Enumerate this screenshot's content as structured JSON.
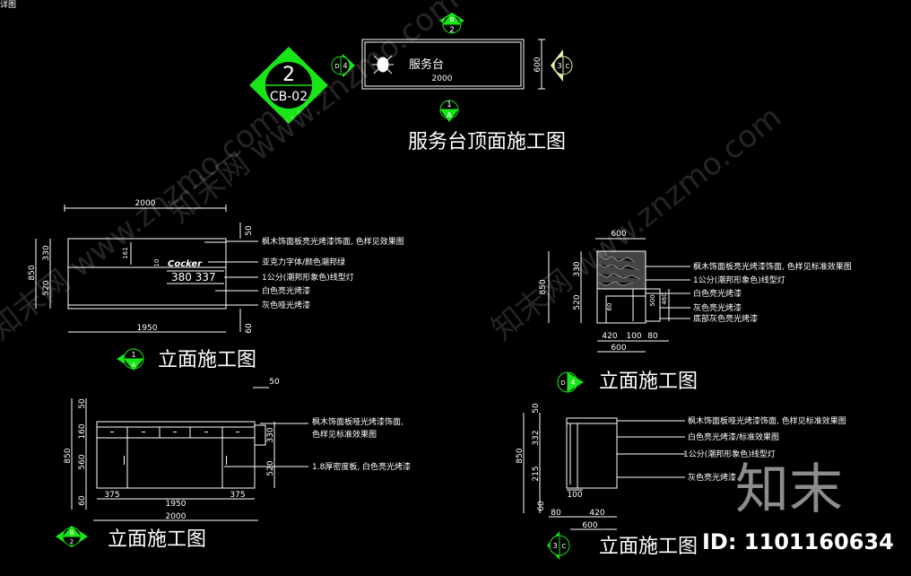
{
  "corner_text": "详图",
  "top_plan": {
    "title": "服务台顶面施工图",
    "desk_label": "服务台",
    "width_dim": "2000",
    "depth_dim": "600",
    "marker_big": {
      "number": "2",
      "code": "CB-02"
    },
    "marker_top": {
      "number": "B",
      "sub": "2"
    },
    "marker_bottom": {
      "number": "1",
      "sub": "A"
    },
    "marker_left": {
      "number": "D",
      "sub": "4"
    },
    "marker_right": {
      "number": "3",
      "sub": "C"
    }
  },
  "elev_a": {
    "title": "立面施工图",
    "marker": {
      "number": "1",
      "sub": "A"
    },
    "dims": {
      "top": "2000",
      "bottom": "1950",
      "h_total": "850",
      "h_upper": "330",
      "h_lower": "520",
      "d50": "50",
      "d60": "60",
      "d161": "161",
      "d10": "10"
    },
    "notes": [
      "枫木饰面板亮光烤漆饰面, 色样见效果图",
      "亚克力字体/颜色潮邦绿",
      "1公分(潮邦形象色)线型灯",
      "白色亮光烤漆",
      "灰色哑光烤漆"
    ],
    "logo_text": "Cocker",
    "sign_dims": "380  337"
  },
  "elev_d": {
    "title": "立面施工图",
    "marker": {
      "number": "D",
      "sub": "4"
    },
    "dims": {
      "top": "600",
      "h_total": "850",
      "h_upper": "330",
      "h_lower": "520",
      "d500": "500",
      "d460": "460",
      "d60": "60",
      "b420": "420",
      "b100": "100",
      "b80": "80",
      "bottom": "600"
    },
    "notes": [
      "枫木饰面板亮光烤漆饰面, 色样见标准效果图",
      "1公分(潮邦形象色)线型灯",
      "白色亮光烤漆",
      "灰色亮光烤漆",
      "底部灰色亮光烤漆"
    ]
  },
  "elev_b": {
    "title": "立面施工图",
    "marker": {
      "number": "B",
      "sub": "2"
    },
    "dims": {
      "top50": "50",
      "h_total": "850",
      "h50": "50",
      "h160": "160",
      "h560": "560",
      "h60": "60",
      "r330": "330",
      "r520": "520",
      "b375a": "375",
      "b1950": "1950",
      "b375b": "375",
      "b2000": "2000"
    },
    "notes": [
      "枫木饰面板哑光烤漆饰面,",
      "色样见标准效果图",
      "1.8厚密度板, 白色亮光烤漆"
    ]
  },
  "elev_c": {
    "title": "立面施工图",
    "marker": {
      "number": "3",
      "sub": "C"
    },
    "dims": {
      "h_total": "850",
      "h50": "50",
      "h332": "332",
      "h215": "215",
      "h60": "60",
      "d100": "100",
      "b80": "80",
      "b420": "420",
      "b600": "600"
    },
    "notes": [
      "枫木饰面板哑光烤漆饰面, 色样见标准效果图",
      "白色亮光烤漆/标准效果图",
      "1公分(潮邦形象色)线型灯",
      "灰色亮光烤漆"
    ]
  },
  "watermarks": [
    "知末网 www.znzmo.com",
    "知末网 www.znzmo.com",
    "知末网 www.znzmo.com",
    "知末"
  ],
  "id_label": "ID: 1101160634",
  "colors": {
    "background": "#000000",
    "marker": "#19e619",
    "line": "#ffffff"
  }
}
